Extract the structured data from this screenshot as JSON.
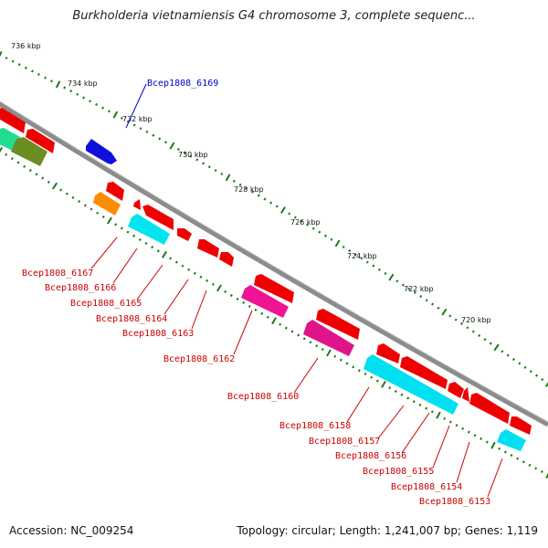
{
  "title": "Burkholderia vietnamiensis G4 chromosome 3, complete sequenc...",
  "footer": {
    "accession": "Accession: NC_009254",
    "summary": "Topology: circular; Length: 1,241,007 bp; Genes: 1,119"
  },
  "scale_ticks": [
    "736 kbp",
    "734 kbp",
    "732 kbp",
    "730 kbp",
    "728 kbp",
    "726 kbp",
    "724 kbp",
    "722 kbp",
    "720 kbp"
  ],
  "colors": {
    "backbone": "#8c8c8c",
    "forward_cds": "#ff0000",
    "reverse_cds": "#ff0000",
    "tick_green": "#1a7a1a",
    "label_red": "#cc0000",
    "label_blue": "#0000cc"
  },
  "gene_labels": [
    {
      "name": "Bcep1808_6169",
      "color": "#0000cc"
    },
    {
      "name": "Bcep1808_6167",
      "color": "#cc0000"
    },
    {
      "name": "Bcep1808_6166",
      "color": "#cc0000"
    },
    {
      "name": "Bcep1808_6165",
      "color": "#cc0000"
    },
    {
      "name": "Bcep1808_6164",
      "color": "#cc0000"
    },
    {
      "name": "Bcep1808_6163",
      "color": "#cc0000"
    },
    {
      "name": "Bcep1808_6162",
      "color": "#cc0000"
    },
    {
      "name": "Bcep1808_6160",
      "color": "#cc0000"
    },
    {
      "name": "Bcep1808_6158",
      "color": "#cc0000"
    },
    {
      "name": "Bcep1808_6157",
      "color": "#cc0000"
    },
    {
      "name": "Bcep1808_6156",
      "color": "#cc0000"
    },
    {
      "name": "Bcep1808_6155",
      "color": "#cc0000"
    },
    {
      "name": "Bcep1808_6154",
      "color": "#cc0000"
    },
    {
      "name": "Bcep1808_6153",
      "color": "#cc0000"
    }
  ]
}
